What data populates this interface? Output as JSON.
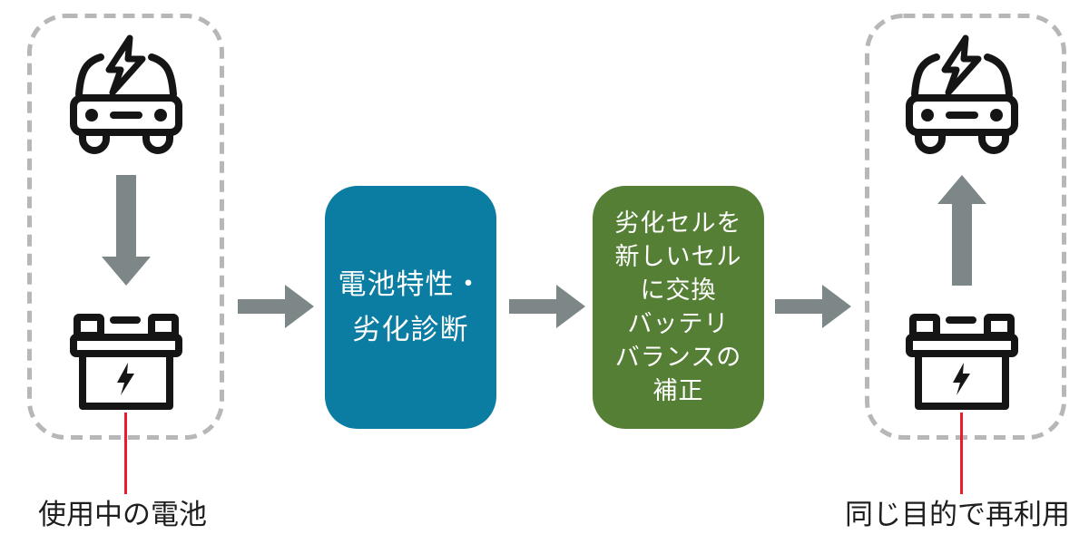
{
  "diagram": {
    "type": "process-flow",
    "source_stage": {
      "icons": [
        "ev-car-icon",
        "arrow-down-icon",
        "battery-icon"
      ],
      "callout_label": "使用中の電池"
    },
    "steps": [
      {
        "id": "diagnosis",
        "lines": [
          "電池特性・",
          "劣化診断"
        ],
        "full_text": "電池特性・劣化診断",
        "bg_color": "#0b7da2"
      },
      {
        "id": "rebalance",
        "lines": [
          "劣化セルを",
          "新しいセル",
          "に交換",
          "バッテリ",
          "バランスの",
          "補正"
        ],
        "full_text": "劣化セルを新しいセルに交換 バッテリバランスの補正",
        "bg_color": "#567f36"
      }
    ],
    "result_stage": {
      "icons": [
        "battery-icon",
        "arrow-up-icon",
        "ev-car-icon"
      ],
      "callout_label": "同じ目的で再利用"
    },
    "connector_icons": [
      "arrow-right-icon",
      "arrow-right-icon",
      "arrow-right-icon"
    ],
    "colors": {
      "arrow_gray": "#7d8788",
      "dashed_border": "#b5b8b7",
      "callout_line_red": "#ec1a2d",
      "icon_black": "#151515",
      "step1_teal": "#0b7da2",
      "step2_green": "#567f36",
      "label_text": "#1e1e1e",
      "box_text": "#ffffff"
    }
  }
}
